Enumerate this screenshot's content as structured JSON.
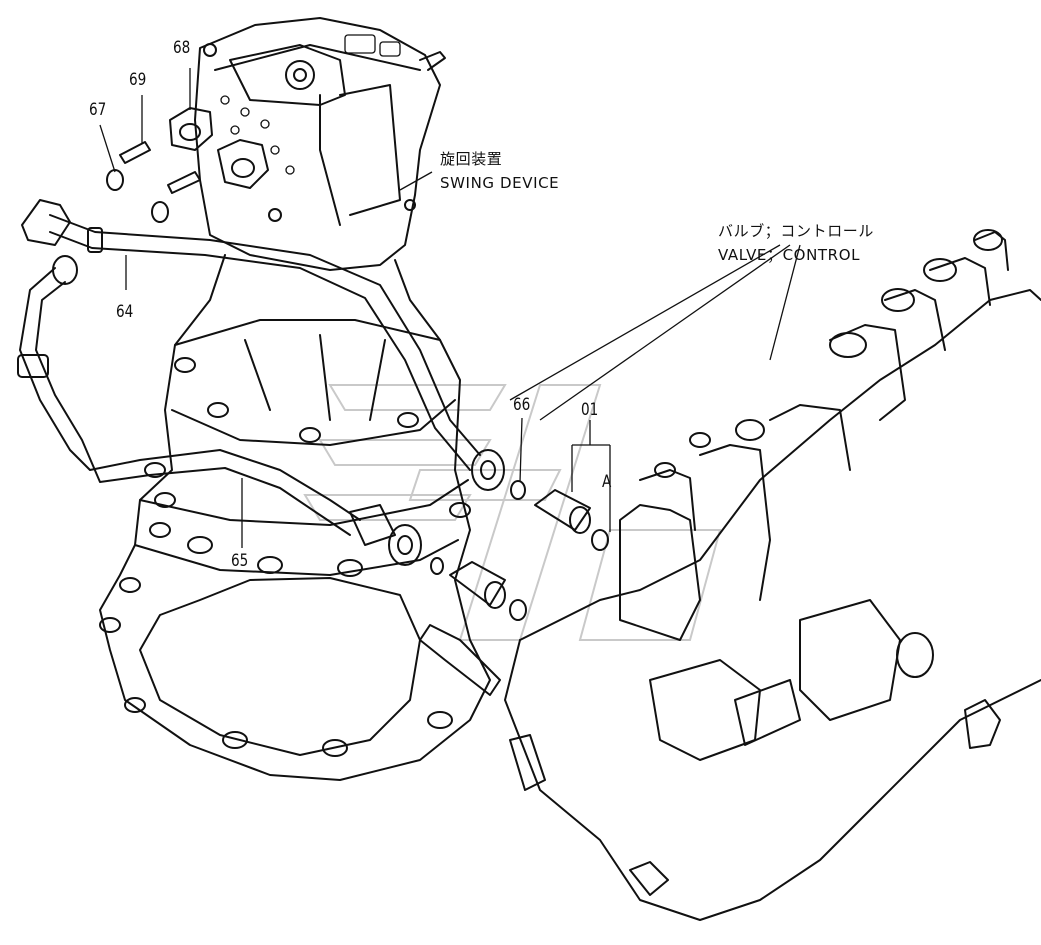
{
  "labels": {
    "swing_device_jp": "旋回装置",
    "swing_device_en": "SWING  DEVICE",
    "control_valve_jp": "バルブ；コントロール",
    "control_valve_en": "VALVE；CONTROL"
  },
  "callouts": {
    "p68": "68",
    "p69": "69",
    "p67": "67",
    "p64": "64",
    "p65": "65",
    "p66": "66",
    "p01": "01",
    "pA": "A"
  }
}
